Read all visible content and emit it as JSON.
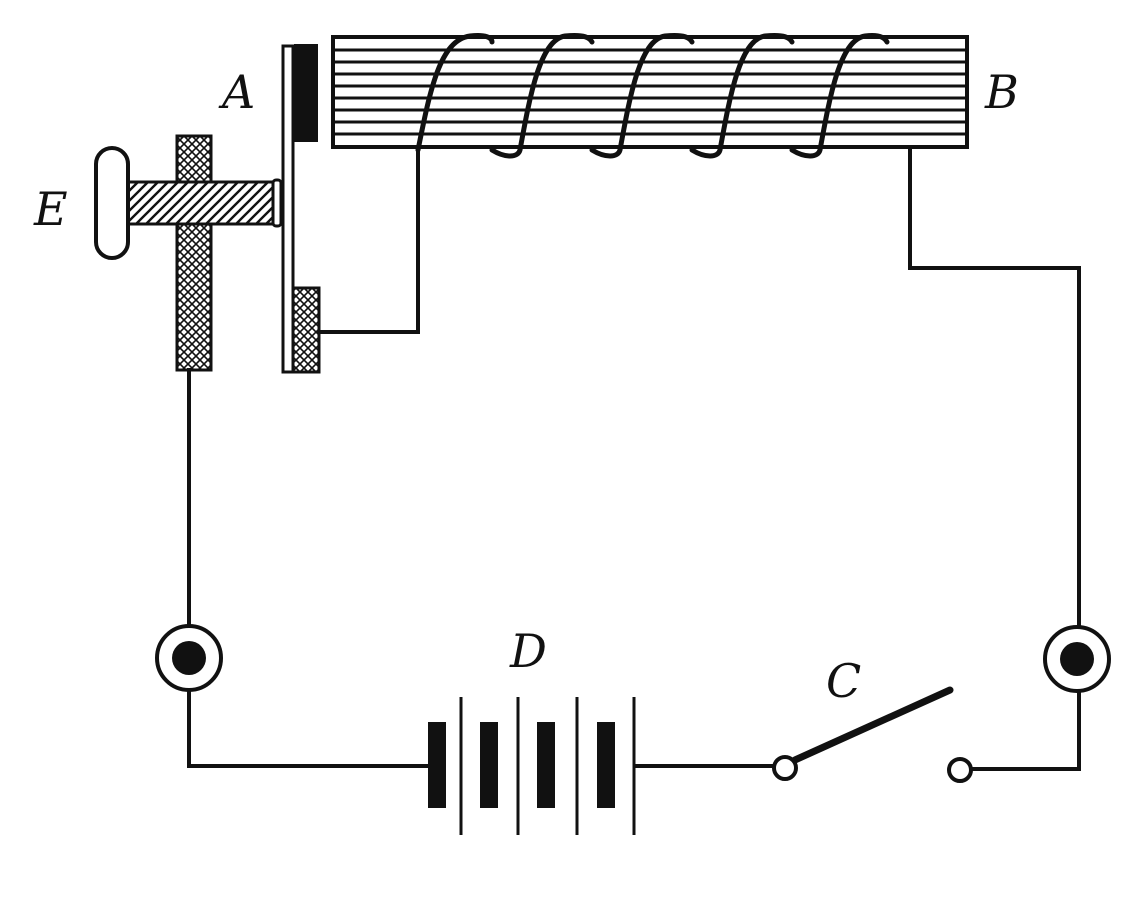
{
  "labels": {
    "a": "A",
    "b": "B",
    "c": "C",
    "d": "D",
    "e": "E"
  },
  "colors": {
    "ink": "#111111",
    "paper": "#ffffff"
  }
}
